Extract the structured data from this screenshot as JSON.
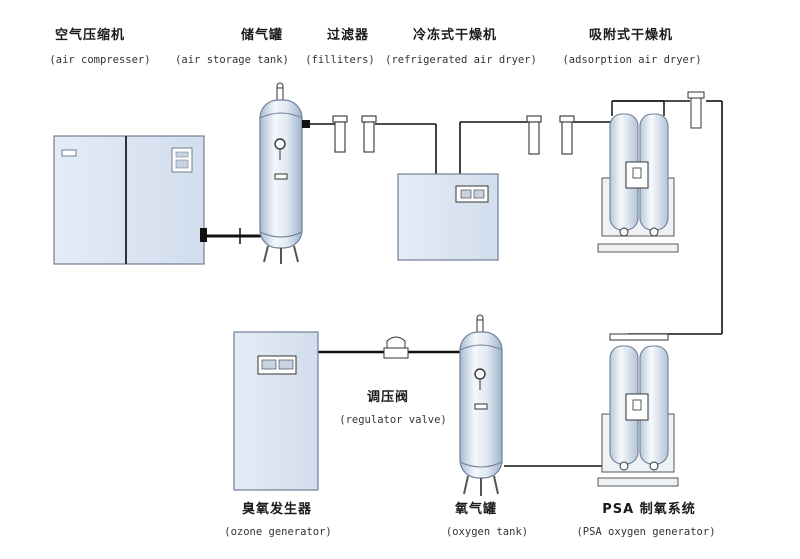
{
  "labels": {
    "air_compressor": {
      "cn": "空气压缩机",
      "en": "(air compresser)"
    },
    "air_storage_tank": {
      "cn": "储气罐",
      "en": "(air storage tank)"
    },
    "filters": {
      "cn": "过滤器",
      "en": "(filliters)"
    },
    "refrigerated_dryer": {
      "cn": "冷冻式干燥机",
      "en": "(refrigerated air dryer)"
    },
    "adsorption_dryer": {
      "cn": "吸附式干燥机",
      "en": "(adsorption air dryer)"
    },
    "regulator_valve": {
      "cn": "调压阀",
      "en": "(regulator valve)"
    },
    "ozone_generator": {
      "cn": "臭氧发生器",
      "en": "(ozone generator)"
    },
    "oxygen_tank": {
      "cn": "氧气罐",
      "en": "(oxygen tank)"
    },
    "psa_generator": {
      "cn": "PSA 制氧系统",
      "en": "(PSA oxygen generator)"
    }
  },
  "colors": {
    "pipe": "#111111",
    "equipment_fill": "#dde6f2",
    "equipment_edge": "#6f7f96",
    "tank_fill": "#cfdbea",
    "tank_highlight": "#f4f8fc"
  }
}
